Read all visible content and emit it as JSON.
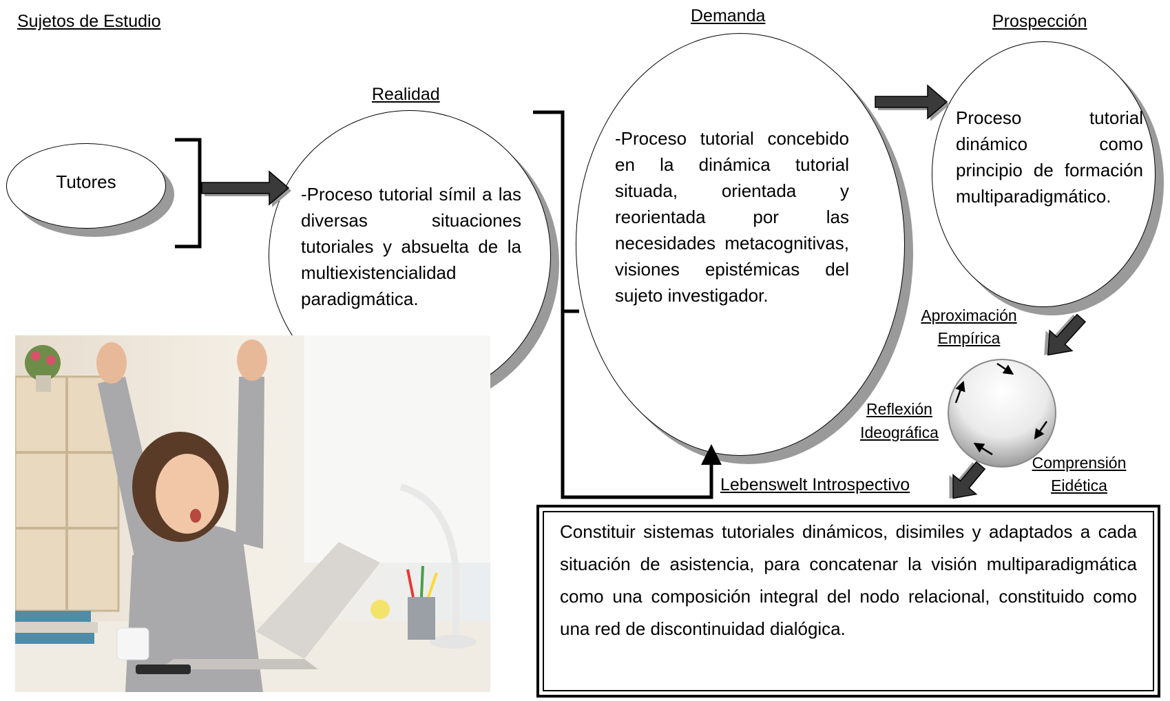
{
  "headings": {
    "sujetos": "Sujetos de Estudio",
    "realidad": "Realidad",
    "demanda": "Demanda",
    "prospeccion": "Prospección"
  },
  "nodes": {
    "tutores": "Tutores",
    "realidad_text": "-Proceso tutorial símil a las diversas situaciones tutoriales y absuelta de la multiexistencialidad paradigmática.",
    "demanda_text": "-Proceso tutorial concebido en la dinámica tutorial situada, orientada y reorientada por las necesidades metacognitivas, visiones epistémicas del sujeto investigador.",
    "prospeccion_text": "Proceso tutorial dinámico como principio de formación multiparadigmático."
  },
  "cycle": {
    "aproximacion": "Aproximación Empírica",
    "comprension": "Comprensión Eidética",
    "reflexion": "Reflexión Ideográfica"
  },
  "lebenswelt": "Lebenswelt Introspectivo",
  "conclusion": "Constituir sistemas tutoriales dinámicos, disimiles y adaptados a cada situación de asistencia, para concatenar la visión multiparadigmática como una composición integral del nodo relacional, constituido como una red de discontinuidad dialógica.",
  "colors": {
    "shadow": "#9a9a9a",
    "arrow_fill": "#3a3a3a"
  }
}
